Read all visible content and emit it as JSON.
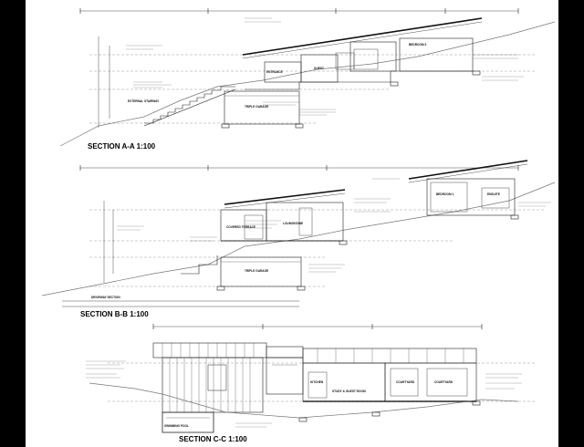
{
  "sections": {
    "a": {
      "title": "SECTION A-A 1:100"
    },
    "b": {
      "title": "SECTION B-B 1:100"
    },
    "c": {
      "title": "SECTION C-C 1:100"
    }
  },
  "rooms": {
    "a_external_stairway": "EXTERNAL STAIRWAY",
    "a_triple_garage": "TRIPLE GARAGE",
    "a_entrance": "ENTRANCE",
    "a_guest": "GUEST",
    "a_bedroom": "BEDROOM 3",
    "b_covered_terrace": "COVERED TERRACE",
    "b_lounge": "LOUNGE/DINE",
    "b_triple_garage": "TRIPLE GARAGE",
    "b_bedroom": "BEDROOM 1",
    "b_ensuite": "ENSUITE",
    "b_driveway": "DRIVEWAY SECTION",
    "c_swimming_pool": "SWIMMING POOL",
    "c_kitchen": "KITCHEN",
    "c_study": "STUDY & GUEST ROOM",
    "c_courtyard": "COURTYARD",
    "c_courtyard2": "COURTYARD"
  },
  "colors": {
    "frame": "#000000",
    "paper": "#ffffff",
    "line": "#222222",
    "ground": "#9a9a9a"
  }
}
